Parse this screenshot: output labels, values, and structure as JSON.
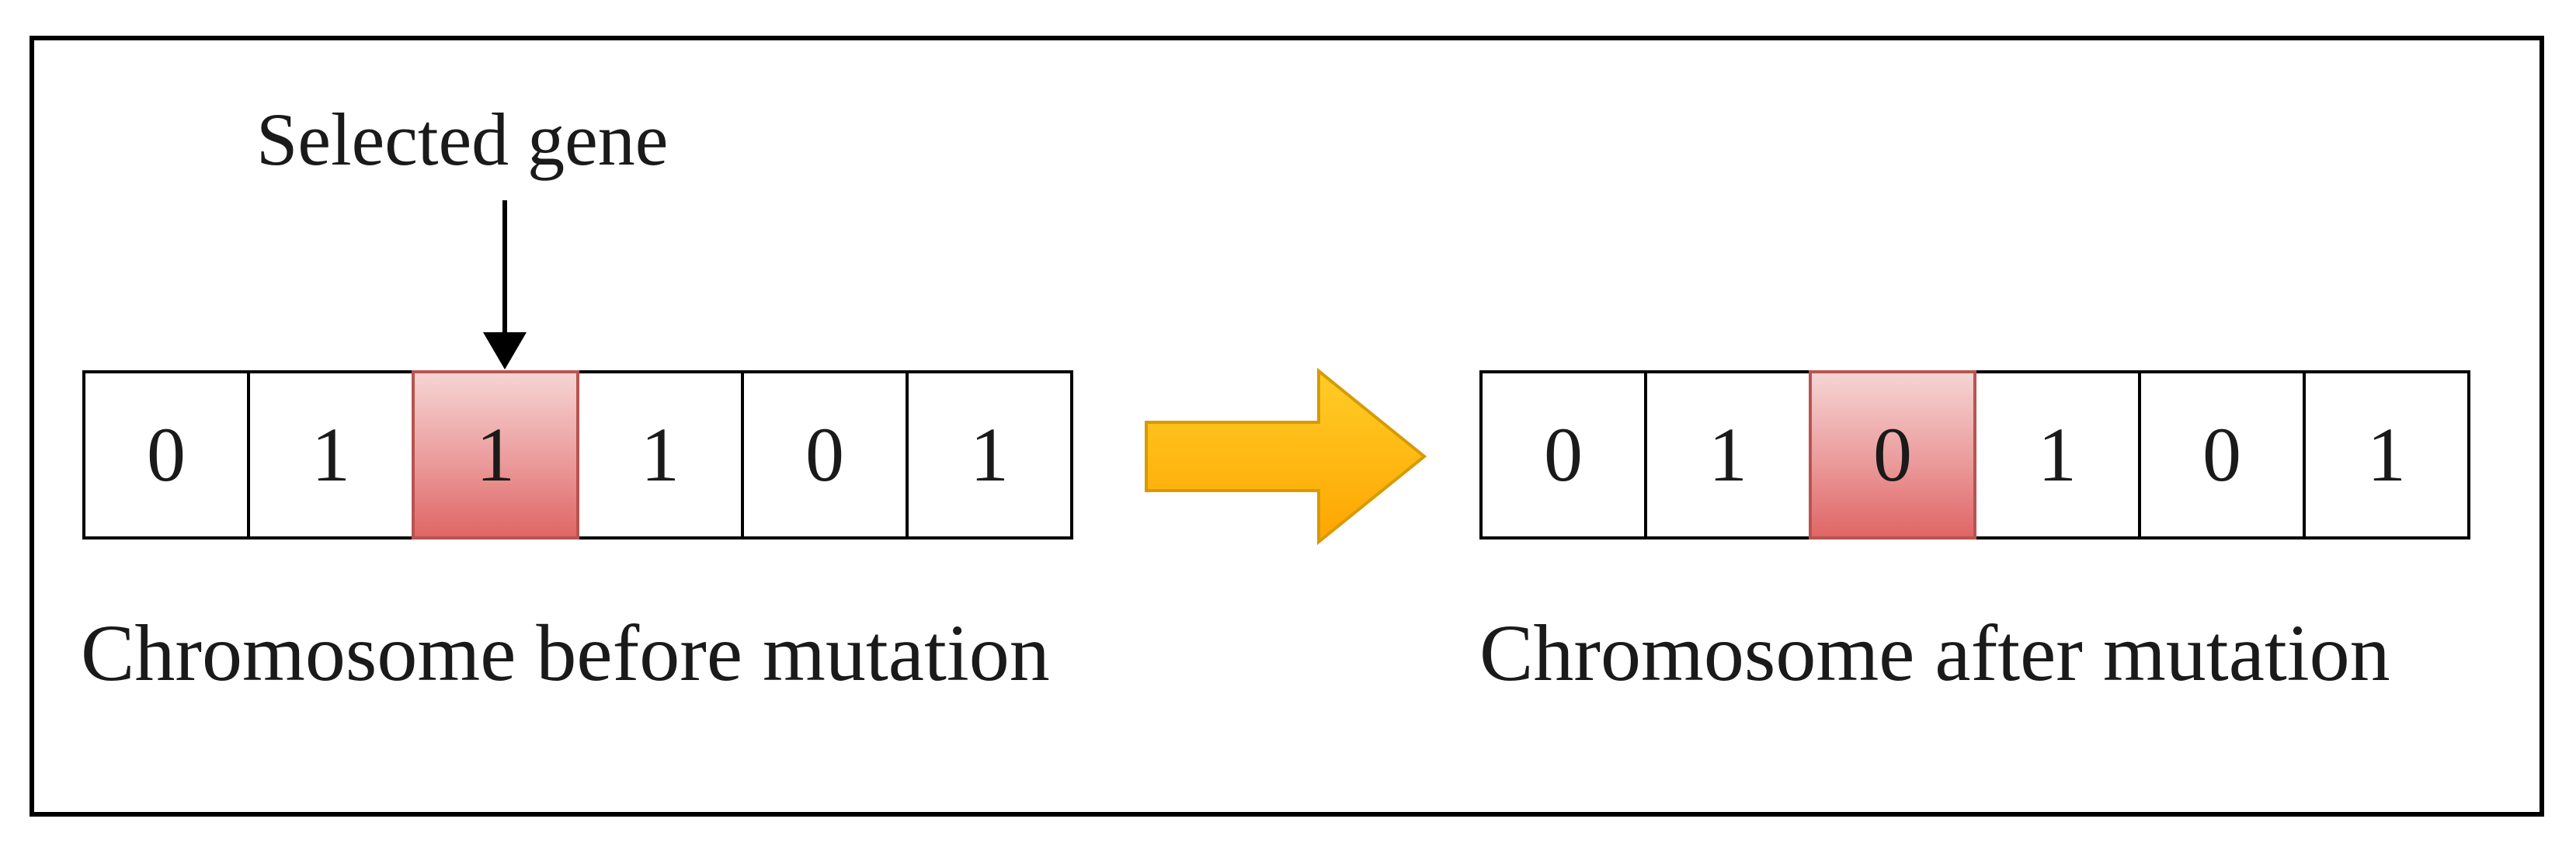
{
  "diagram": {
    "selected_gene_label": "Selected gene",
    "before": {
      "genes": [
        "0",
        "1",
        "1",
        "1",
        "0",
        "1"
      ],
      "highlight_index": 2,
      "caption": "Chromosome before mutation"
    },
    "after": {
      "genes": [
        "0",
        "1",
        "0",
        "1",
        "0",
        "1"
      ],
      "highlight_index": 2,
      "caption": "Chromosome after mutation"
    },
    "colors": {
      "gene_highlight": "#e06666",
      "gene_highlight_border": "#b85450",
      "arrow_fill": "#ffb300",
      "arrow_border": "#d79b00"
    },
    "icons": {
      "pointer": "down-arrow-icon",
      "transform": "right-arrow-icon"
    }
  }
}
